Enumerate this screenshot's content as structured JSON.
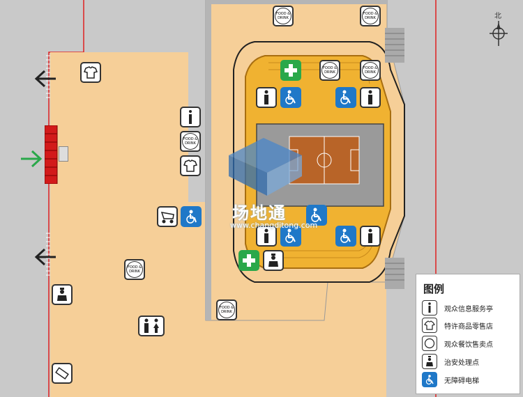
{
  "map": {
    "north_label": "北",
    "watermark_brand": "场地通",
    "watermark_url": "www.changditong.com",
    "food_icon_text": "FOOD & DRINK"
  },
  "legend": {
    "title": "图例",
    "items": [
      {
        "icon": "info-icon",
        "label": "观众信息服务亭"
      },
      {
        "icon": "merchandise-tshirt-icon",
        "label": "特许商品零售店"
      },
      {
        "icon": "food-drink-icon",
        "label": "观众餐饮售卖点"
      },
      {
        "icon": "security-officer-icon",
        "label": "治安处理点"
      },
      {
        "icon": "accessible-elevator-icon",
        "label": "无障碍电梯"
      }
    ]
  },
  "colors": {
    "plaza": "#f6cf98",
    "stands": "#f0b231",
    "pitch": "#b86428",
    "accessible_blue": "#1f78c8",
    "first_aid_green": "#2aa84a",
    "boundary_red": "#e02020",
    "entry_arrow_green": "#2aa84a"
  }
}
